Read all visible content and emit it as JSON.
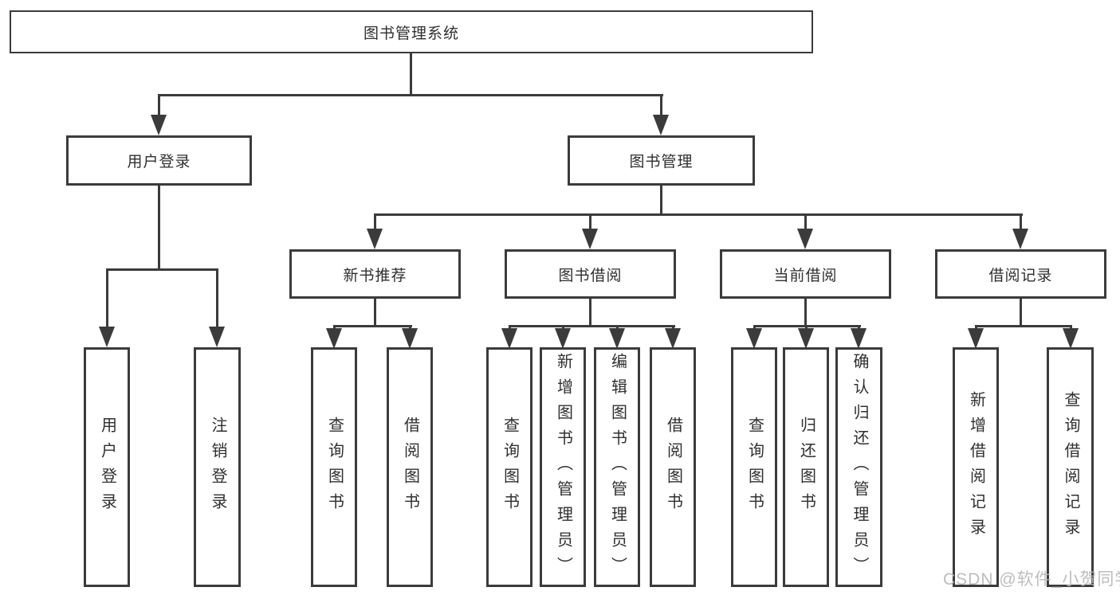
{
  "colors": {
    "background": "#ffffff",
    "line": "#3b3b3b",
    "text": "#2f2f2f",
    "watermark": "#b8b8b8"
  },
  "tree": {
    "root": {
      "label": "图书管理系统"
    },
    "branches": [
      {
        "label": "用户登录",
        "leaves": [
          {
            "label": "用户登录"
          },
          {
            "label": "注销登录"
          }
        ]
      },
      {
        "label": "图书管理",
        "groups": [
          {
            "label": "新书推荐",
            "leaves": [
              {
                "label": "查询图书"
              },
              {
                "label": "借阅图书"
              }
            ]
          },
          {
            "label": "图书借阅",
            "leaves": [
              {
                "label": "查询图书"
              },
              {
                "label": "新增图书（管理员）"
              },
              {
                "label": "编辑图书（管理员）"
              },
              {
                "label": "借阅图书"
              }
            ]
          },
          {
            "label": "当前借阅",
            "leaves": [
              {
                "label": "查询图书"
              },
              {
                "label": "归还图书"
              },
              {
                "label": "确认归还（管理员）"
              }
            ]
          },
          {
            "label": "借阅记录",
            "leaves": [
              {
                "label": "新增借阅记录"
              },
              {
                "label": "查询借阅记录"
              }
            ]
          }
        ]
      }
    ]
  },
  "watermark": {
    "text": "CSDN @软件_小贺同学"
  }
}
